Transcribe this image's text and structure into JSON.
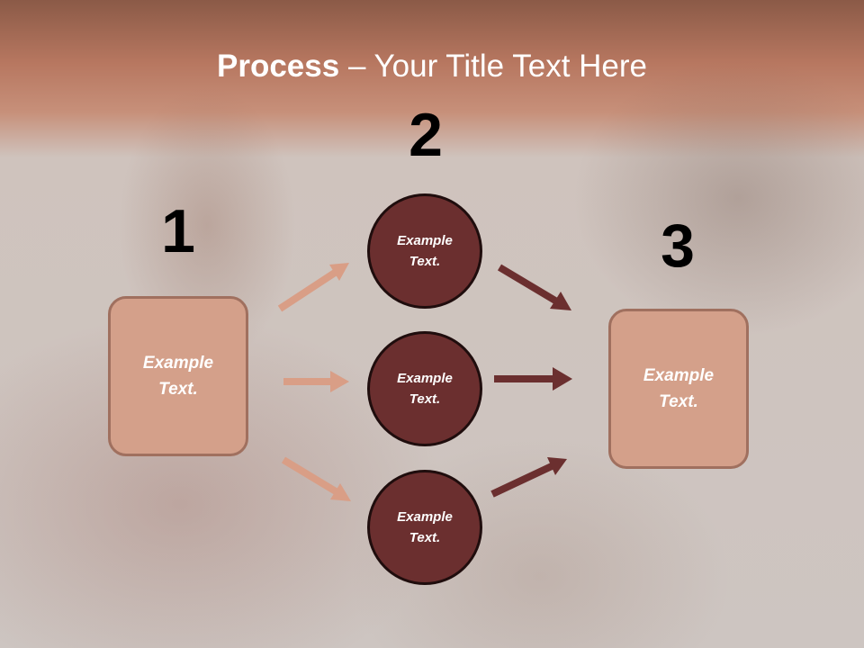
{
  "title": {
    "bold": "Process",
    "rest": " – Your Title Text Here"
  },
  "steps": [
    {
      "number": "1",
      "text_line1": "Example",
      "text_line2": "Text."
    },
    {
      "number": "2"
    },
    {
      "number": "3",
      "text_line1": "Example",
      "text_line2": "Text."
    }
  ],
  "circles": [
    {
      "text_line1": "Example",
      "text_line2": "Text."
    },
    {
      "text_line1": "Example",
      "text_line2": "Text."
    },
    {
      "text_line1": "Example",
      "text_line2": "Text."
    }
  ],
  "colors": {
    "box_fill": "#d4a08a",
    "box_border": "#a0705f",
    "circle_fill": "#6b2f2f",
    "arrow_light": "#d99e86",
    "arrow_dark": "#6b2f2f"
  }
}
